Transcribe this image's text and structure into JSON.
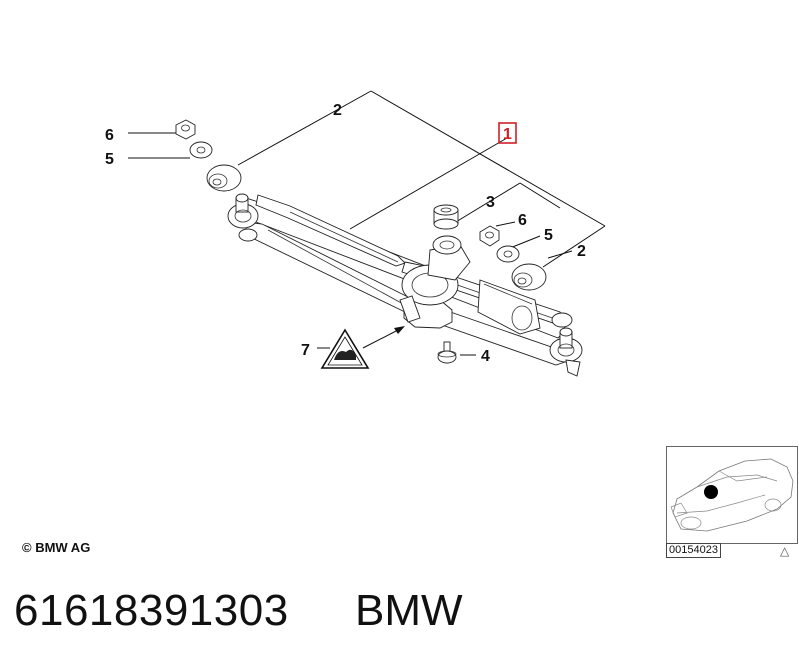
{
  "callouts": {
    "c1": "1",
    "c2_top": "2",
    "c2_right": "2",
    "c3": "3",
    "c4": "4",
    "c5_left": "5",
    "c5_right": "5",
    "c6_left": "6",
    "c6_right": "6",
    "c7": "7"
  },
  "highlight_color": "#d0202a",
  "footer": {
    "copyright": "© BMW AG",
    "part_number": "61618391303",
    "brand": "BMW"
  },
  "thumbnail": {
    "code": "00154023",
    "triangle": "△"
  }
}
